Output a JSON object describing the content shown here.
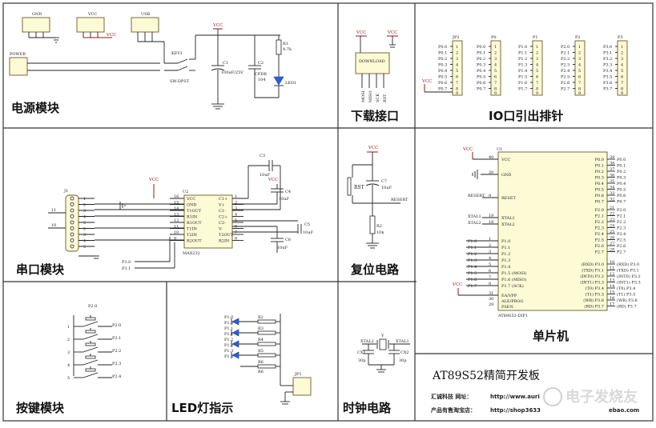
{
  "modules": {
    "power": "电源模块",
    "download": "下载接口",
    "io": "IO口引出排针",
    "serial": "串口模块",
    "reset": "复位电路",
    "mcu": "单片机",
    "keys": "按键模块",
    "led": "LED灯指示",
    "clock": "时钟电路"
  },
  "board_title": "AT89S52精简开发板",
  "company": {
    "name": "汇诚科技 网址：",
    "url": "http://www.auri",
    "shop_label": "产品有售淘宝店：",
    "shop_url": "http://shop3633",
    "shop_suffix": "ebao.com"
  },
  "watermark": "电子发烧友",
  "power": {
    "labels": [
      "GND",
      "VCC",
      "USB",
      "POWER"
    ],
    "key": [
      "KEY1",
      "SW-DPST"
    ],
    "c1": [
      "C1",
      "100uF/25V"
    ],
    "c2": [
      "C2",
      "CPDR",
      "104"
    ],
    "r1": [
      "R1",
      "4.7k"
    ],
    "led": "LED1",
    "vcc": "VCC"
  },
  "download": {
    "header": "DOWNLOAD",
    "vcc": "VCC",
    "pins": [
      "MOSI",
      "MISO",
      "SCK",
      "RST"
    ]
  },
  "io": {
    "headers": [
      "JP2",
      "P0",
      "P1",
      "P2",
      "P3"
    ],
    "p0": [
      "P0.0",
      "P0.1",
      "P0.2",
      "P0.3",
      "P0.4",
      "P0.5",
      "P0.6",
      "P0.7"
    ],
    "p1": [
      "P1.0",
      "P1.1",
      "P1.2",
      "P1.3",
      "P1.4",
      "P1.5",
      "P1.6",
      "P1.7"
    ],
    "p2": [
      "P2.0",
      "P2.1",
      "P2.2",
      "P2.3",
      "P2.4",
      "P2.5",
      "P2.6",
      "P2.7"
    ],
    "p3": [
      "P3.0",
      "P3.1",
      "P3.2",
      "P3.3",
      "P3.4",
      "P3.5",
      "P3.6",
      "P3.7"
    ],
    "vcc": "VCC"
  },
  "serial": {
    "chip": "U2",
    "part": "MAX232",
    "db9": "J1",
    "left_pins": [
      "VCC",
      "GND",
      "T1OUT",
      "R1IN",
      "R1OUT",
      "T1IN",
      "T2IN",
      "R2OUT"
    ],
    "left_nums": [
      "16",
      "15",
      "14",
      "13",
      "12",
      "11",
      "10",
      "9"
    ],
    "right_pins": [
      "C1+",
      "V+",
      "C1-",
      "C2+",
      "C2-",
      "V-",
      "T2OUT",
      "R2IN"
    ],
    "right_nums": [
      "1",
      "2",
      "3",
      "4",
      "5",
      "6",
      "7",
      "8"
    ],
    "caps": [
      "C3",
      "10uF",
      "C4",
      "10uF",
      "C5",
      "10uF",
      "C6",
      "10uF"
    ],
    "nets": [
      "P3.0",
      "P3.1",
      "VCC",
      "11",
      "10"
    ]
  },
  "reset": {
    "vcc": "VCC",
    "button": "RST",
    "c7": [
      "C7",
      "10uF"
    ],
    "r2": [
      "R2",
      "10k"
    ],
    "net": "RESERT"
  },
  "mcu": {
    "ref": "U1",
    "part": "AT89S52-DIP1",
    "top_pins": [
      {
        "num": "40",
        "name": "VCC"
      },
      {
        "num": "20",
        "name": "GND"
      },
      {
        "num": "9",
        "name": "RESET"
      },
      {
        "num": "19",
        "name": "XTAL1"
      },
      {
        "num": "18",
        "name": "XTAL2"
      }
    ],
    "left_nets": [
      "VCC",
      "RESERT",
      "XTAL1",
      "XTAL2"
    ],
    "p1_names": [
      "P1.0",
      "P1.1",
      "P1.2",
      "P1.3",
      "P1.4",
      "P1.5 (MOSI)",
      "P1.6 (MISO)",
      "P1.7 (SCK)"
    ],
    "p1_nets": [
      "P1.0",
      "P1.1",
      "P1.2",
      "P1.3",
      "P1.4",
      "P1.5",
      "P1.6",
      "P1.7"
    ],
    "p1_nums": [
      "1",
      "2",
      "3",
      "4",
      "5",
      "6",
      "7",
      "8"
    ],
    "ea": [
      "EA/VPP",
      "ALE/PROG",
      "PSEN"
    ],
    "ea_nums": [
      "31",
      "30",
      "29"
    ],
    "p0_names": [
      "P0.0",
      "P0.1",
      "P0.2",
      "P0.3",
      "P0.4",
      "P0.5",
      "P0.6",
      "P0.7"
    ],
    "p0_nums": [
      "39",
      "38",
      "37",
      "36",
      "35",
      "34",
      "33",
      "32"
    ],
    "p2_names": [
      "P2.0",
      "P2.1",
      "P2.2",
      "P2.3",
      "P2.4",
      "P2.5",
      "P2.6",
      "P2.7"
    ],
    "p2_nums": [
      "21",
      "22",
      "23",
      "24",
      "25",
      "26",
      "27",
      "28"
    ],
    "p3_names": [
      "(RXD) P3.0",
      "(TXD) P3.1",
      "(INT0) P3.2",
      "(INT1) P3.3",
      "(T0) P3.4",
      "(T1) P3.5",
      "(WR) P3.6",
      "(RD) P3.7"
    ],
    "p3_nums": [
      "10",
      "11",
      "12",
      "13",
      "14",
      "15",
      "16",
      "17"
    ]
  },
  "keys": {
    "labels": [
      "P2.0",
      "P2.1",
      "P2.2",
      "P2.3",
      "P2.4"
    ]
  },
  "leds": {
    "nets": [
      "P1.0",
      "P1.1",
      "P1.2",
      "P1.3"
    ],
    "resistors": [
      "R2",
      "R3",
      "R4",
      "R5",
      "R6"
    ],
    "jp": "JP1"
  },
  "clock": {
    "crystal": "Y",
    "xtal1": "XTAL1",
    "xtal2": "XTAL2",
    "caps": [
      "CX1",
      "CX2"
    ],
    "cap_vals": [
      "30p",
      "30p"
    ]
  }
}
